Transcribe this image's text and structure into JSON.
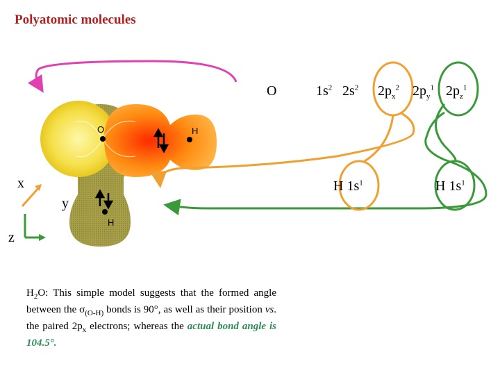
{
  "title": "Polyatomic molecules",
  "atom_labels": {
    "o_label": "O",
    "h_center_label": "H 1s",
    "h_right_label": "H 1s",
    "h_exp": "1"
  },
  "configuration": {
    "o_1s": "1s",
    "o_1s_exp": "2",
    "o_2s": "2s",
    "o_2s_exp": "2",
    "o_2px": "2p",
    "o_2px_sub": "x",
    "o_2px_exp": "2",
    "o_2py": "2p",
    "o_2py_sub": "y",
    "o_2py_exp": "1",
    "o_2pz": "2p",
    "o_2pz_sub": "z",
    "o_2pz_exp": "1"
  },
  "orbital_labels": {
    "o": "O",
    "h_top": "H",
    "h_bottom": "H"
  },
  "axes": {
    "x": "x",
    "y": "y",
    "z": "z"
  },
  "caption": {
    "h2o_h": "H",
    "h2o_sub": "2",
    "h2o_rest": "O: This simple model suggests that the formed angle between the ",
    "sigma": "σ",
    "sigma_sub": "(O-H)",
    "mid": " bonds is 90°, as well as their position ",
    "vs": "vs",
    "mid2": ". the paired 2p",
    "px_sub": "x",
    "mid3": " electrons; whereas the ",
    "emph": "actual bond angle is 104.5°."
  },
  "colors": {
    "title": "#b02222",
    "magenta_arrow": "#e040b0",
    "orange_arrow": "#f0a030",
    "green_arrow": "#3a9a3a",
    "emph_text": "#2e8b57"
  }
}
